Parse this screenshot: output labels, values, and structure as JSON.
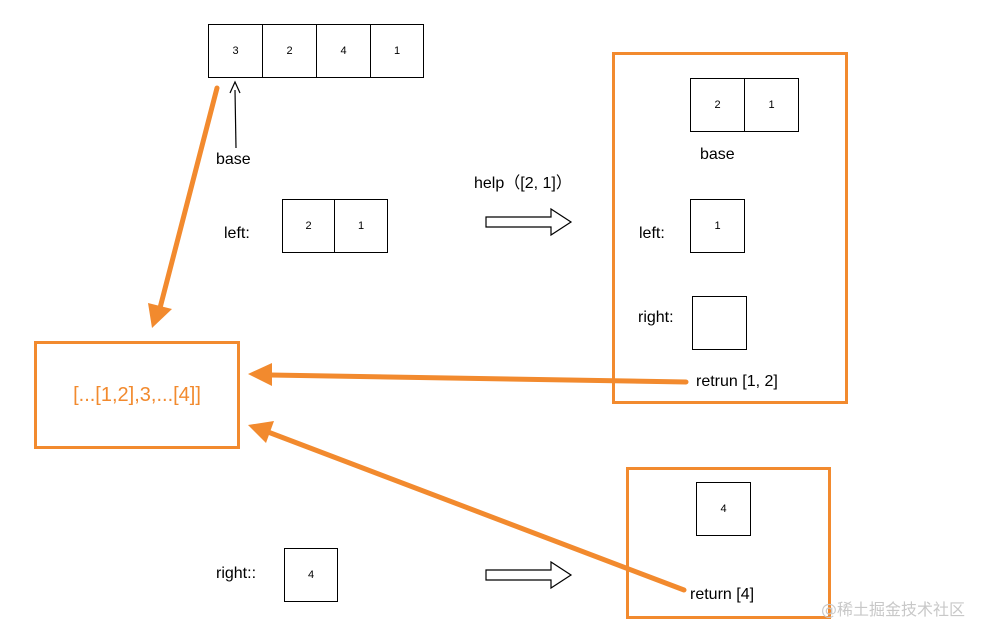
{
  "top_array": [
    "3",
    "2",
    "4",
    "1"
  ],
  "base_label": "base",
  "left_label": "left:",
  "left_array": [
    "2",
    "1"
  ],
  "right_label": "right::",
  "right_array": [
    "4"
  ],
  "help_call": "help（[2, 1]）",
  "sub1": {
    "array": [
      "2",
      "1"
    ],
    "base_label": "base",
    "left_label": "left:",
    "left_array": [
      "1"
    ],
    "right_label": "right:",
    "right_array": [
      ""
    ],
    "return_text": "retrun [1, 2]"
  },
  "sub2": {
    "array": [
      "4"
    ],
    "return_text": "return [4]"
  },
  "result": "[...[1,2],3,...[4]]",
  "watermark": "@稀土掘金技术社区",
  "colors": {
    "accent": "#f28a2e",
    "line": "#000000"
  }
}
